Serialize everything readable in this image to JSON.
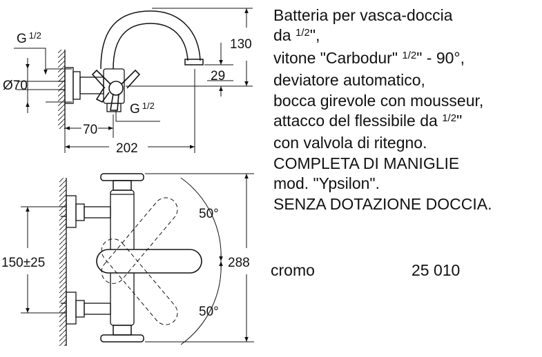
{
  "description": {
    "l1": "Batteria per vasca-doccia",
    "l2a": "da ",
    "l2f": "1/2",
    "l2b": "\",",
    "l3a": "vitone \"Carbodur\" ",
    "l3f": "1/2",
    "l3b": "\" - 90°,",
    "l4": "deviatore automatico,",
    "l5": "bocca girevole con mousseur,",
    "l6a": "attacco del flessibile da ",
    "l6f": "1/2",
    "l6b": "\"",
    "l7": "con valvola di ritegno.",
    "l8": "COMPLETA DI MANIGLIE",
    "l9": "mod. \"Ypsilon\".",
    "l10": "SENZA DOTAZIONE DOCCIA."
  },
  "finish": {
    "name": "cromo",
    "code": "25 010"
  },
  "dimensions": {
    "thread_top": "G",
    "thread_top_frac": "1/2",
    "diameter": "Ø70",
    "thread_bottom": "G",
    "thread_bottom_frac": "1/2",
    "depth": "70",
    "projection": "202",
    "spout_height": "130",
    "outlet_height": "29",
    "centers": "150±25",
    "total_height": "288",
    "angle_top": "50°",
    "angle_bottom": "50°"
  },
  "colors": {
    "line": "#111111",
    "background": "#ffffff"
  }
}
